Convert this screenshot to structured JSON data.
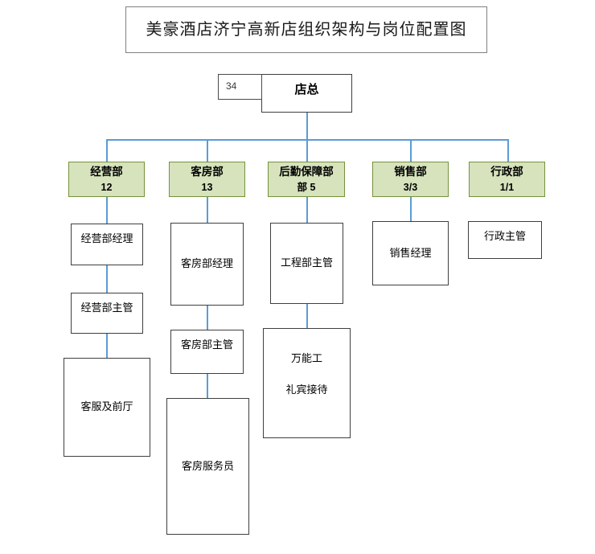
{
  "chart_type": "org-chart",
  "title": "美豪酒店济宁高新店组织架构与岗位配置图",
  "root": {
    "label": "店总",
    "headcount": "34"
  },
  "colors": {
    "dept_fill": "#d6e3bc",
    "dept_border": "#76923c",
    "connector": "#5b9bd5",
    "box_border": "#3f3f3f",
    "title_border": "#808080"
  },
  "departments": [
    {
      "name": "经营部",
      "count": "12",
      "roles": [
        {
          "label": "经营部经理"
        },
        {
          "label": "经营部主管"
        },
        {
          "label": "客服及前厅"
        }
      ]
    },
    {
      "name": "客房部",
      "count": "13",
      "roles": [
        {
          "label": "客房部经理"
        },
        {
          "label": "客房部主管"
        },
        {
          "label": "客房服务员"
        }
      ]
    },
    {
      "name": "后勤保障部",
      "count": "部 5",
      "roles": [
        {
          "label": "工程部主管"
        },
        {
          "label": "万能工",
          "label2": "礼宾接待"
        }
      ]
    },
    {
      "name": "销售部",
      "count": "3/3",
      "roles": [
        {
          "label": "销售经理"
        }
      ]
    },
    {
      "name": "行政部",
      "count": "1/1",
      "roles": [
        {
          "label": "行政主管"
        }
      ]
    }
  ]
}
